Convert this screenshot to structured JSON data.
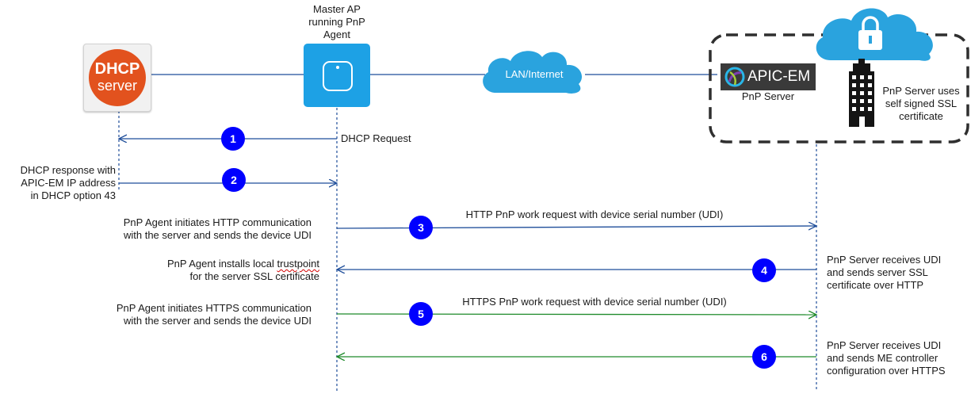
{
  "colors": {
    "blue_line": "#1f4e9a",
    "green_line": "#1e8a2a",
    "step_circle": "#0000ff",
    "dhcp_orange": "#e2521e",
    "ap_blue": "#1da1e5",
    "cloud_blue": "#2aa3de"
  },
  "entities": {
    "ap_label": [
      "Master AP",
      "running PnP",
      "Agent"
    ],
    "dhcp_logo": [
      "DHCP",
      "server"
    ],
    "network_cloud": "LAN/Internet",
    "apic_logo": "APIC-EM",
    "pnp_server": "PnP Server",
    "ssl_note": [
      "PnP Server uses",
      "self signed SSL",
      "certificate"
    ]
  },
  "icons": [
    "dhcp-server-logo",
    "access-point-icon",
    "cloud-icon",
    "cloud-lock-icon",
    "building-icon",
    "apic-em-logo"
  ],
  "steps": [
    {
      "num": "1",
      "left_text": [],
      "center_text": [],
      "right_text": [
        "DHCP Request"
      ]
    },
    {
      "num": "2",
      "left_text": [
        "DHCP response with",
        "APIC-EM IP address",
        "in DHCP option 43"
      ],
      "center_text": [],
      "right_text": []
    },
    {
      "num": "3",
      "left_text": [
        "PnP Agent initiates HTTP communication",
        "with the server and sends the device UDI"
      ],
      "center_text": [
        "HTTP PnP work request with device serial number (UDI)"
      ],
      "right_text": []
    },
    {
      "num": "4",
      "left_text": [
        "PnP Agent installs local trustpoint",
        "for the server SSL certificate"
      ],
      "center_text": [],
      "right_text": [
        "PnP Server receives UDI",
        "and sends server SSL",
        "certificate over HTTP"
      ]
    },
    {
      "num": "5",
      "left_text": [
        "PnP Agent initiates HTTPS communication",
        "with the server and sends the device UDI"
      ],
      "center_text": [
        "HTTPS PnP work request with device serial number (UDI)"
      ],
      "right_text": []
    },
    {
      "num": "6",
      "left_text": [],
      "center_text": [],
      "right_text": [
        "PnP Server receives UDI",
        "and sends ME controller",
        "configuration over HTTPS"
      ]
    }
  ]
}
